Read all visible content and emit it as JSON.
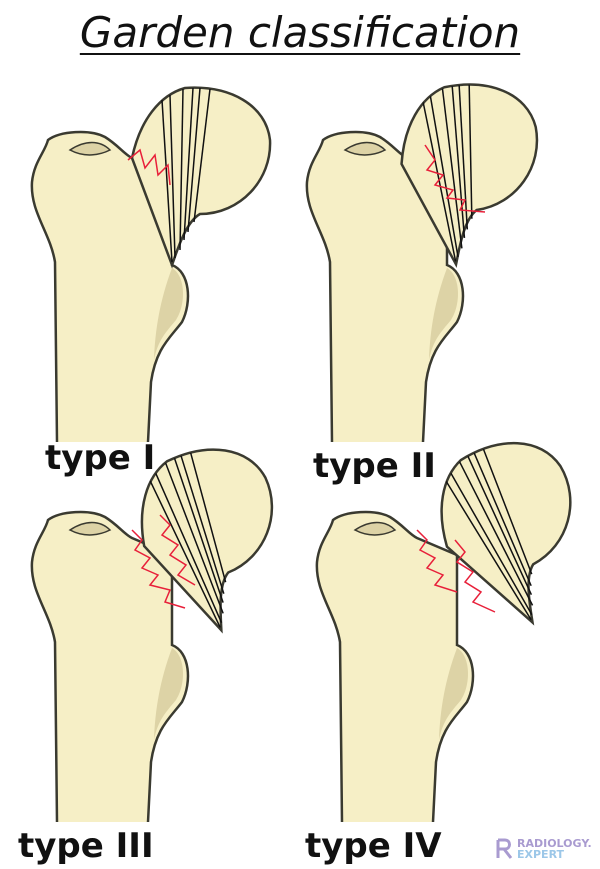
{
  "title": "Garden classification",
  "panels": [
    {
      "label": "type I"
    },
    {
      "label": "type II"
    },
    {
      "label": "type III"
    },
    {
      "label": "type IV"
    }
  ],
  "colors": {
    "bone": "#f6efc6",
    "bone_shade": "#ddd3a6",
    "outline": "#3a3a30",
    "fracture": "#e8203a",
    "logo_r": "#a99bd0",
    "logo_b": "#9cc7e8"
  },
  "logo": {
    "line1": "RADIOLOGY.",
    "line2": "EXPERT"
  }
}
